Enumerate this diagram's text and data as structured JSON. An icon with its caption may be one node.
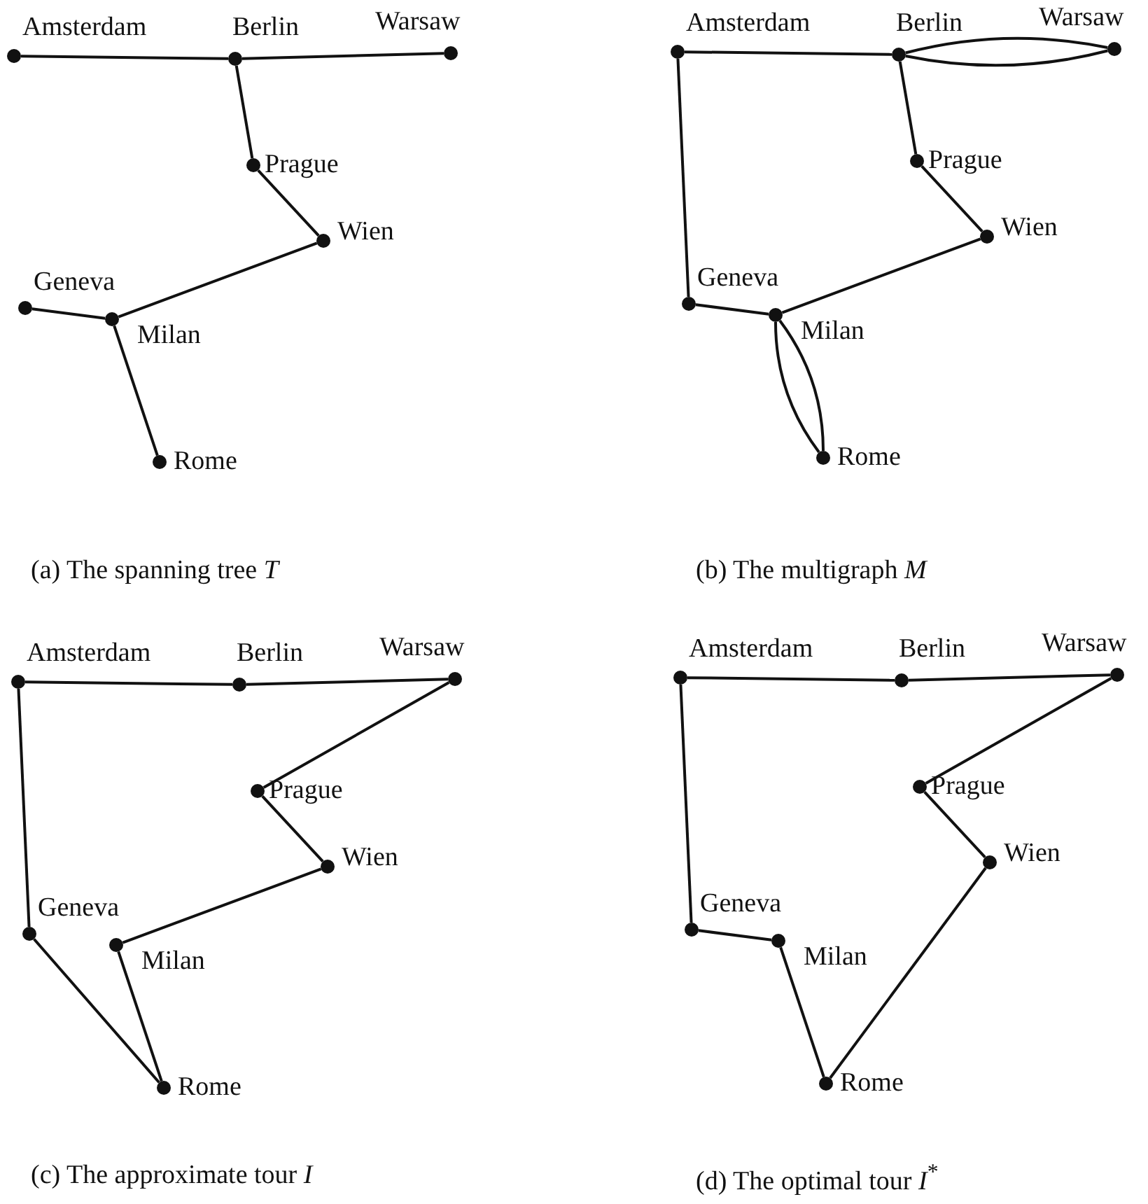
{
  "diagram": {
    "nodes": [
      {
        "text": [],
        "shape": "circle",
        "beside": [
          "Amsterdam"
        ]
      },
      {
        "text": [],
        "shape": "circle",
        "beside": [
          "Berlin"
        ]
      },
      {
        "text": [],
        "shape": "circle",
        "beside": [
          "Warsaw"
        ]
      },
      {
        "text": [],
        "shape": "circle",
        "beside": [
          "Prague"
        ]
      },
      {
        "text": [],
        "shape": "circle",
        "beside": [
          "Wien"
        ]
      },
      {
        "text": [],
        "shape": "circle",
        "beside": [
          "Geneva"
        ]
      },
      {
        "text": [],
        "shape": "circle",
        "beside": [
          "Milan"
        ]
      },
      {
        "text": [],
        "shape": "circle",
        "beside": [
          "Rome"
        ]
      },
      {
        "text": [],
        "shape": "circle",
        "beside": [
          "Amsterdam"
        ]
      },
      {
        "text": [],
        "shape": "circle",
        "beside": [
          "Berlin"
        ]
      },
      {
        "text": [],
        "shape": "circle",
        "beside": [
          "Warsaw"
        ]
      },
      {
        "text": [],
        "shape": "circle",
        "beside": [
          "Prague"
        ]
      },
      {
        "text": [],
        "shape": "circle",
        "beside": [
          "Wien"
        ]
      },
      {
        "text": [],
        "shape": "circle",
        "beside": [
          "Geneva"
        ]
      },
      {
        "text": [],
        "shape": "circle",
        "beside": [
          "Milan"
        ]
      },
      {
        "text": [],
        "shape": "circle",
        "beside": [
          "Rome"
        ]
      },
      {
        "text": [],
        "shape": "circle",
        "beside": [
          "Amsterdam"
        ]
      },
      {
        "text": [],
        "shape": "circle",
        "beside": [
          "Berlin"
        ]
      },
      {
        "text": [],
        "shape": "circle",
        "beside": [
          "Warsaw"
        ]
      },
      {
        "text": [],
        "shape": "circle",
        "beside": [
          "Prague"
        ]
      },
      {
        "text": [],
        "shape": "circle",
        "beside": [
          "Wien"
        ]
      },
      {
        "text": [],
        "shape": "circle",
        "beside": [
          "Geneva"
        ]
      },
      {
        "text": [],
        "shape": "circle",
        "beside": [
          "Milan"
        ]
      },
      {
        "text": [],
        "shape": "circle",
        "beside": [
          "Rome"
        ]
      },
      {
        "text": [],
        "shape": "circle",
        "beside": [
          "Amsterdam"
        ]
      },
      {
        "text": [],
        "shape": "circle",
        "beside": [
          "Berlin"
        ]
      },
      {
        "text": [],
        "shape": "circle",
        "beside": [
          "Warsaw"
        ]
      },
      {
        "text": [],
        "shape": "circle",
        "beside": [
          "Prague"
        ]
      },
      {
        "text": [],
        "shape": "circle",
        "beside": [
          "Wien"
        ]
      },
      {
        "text": [],
        "shape": "circle",
        "beside": [
          "Geneva"
        ]
      },
      {
        "text": [],
        "shape": "circle",
        "beside": [
          "Milan"
        ]
      },
      {
        "text": [],
        "shape": "circle",
        "beside": [
          "Rome"
        ]
      }
    ],
    "edges": [
      {
        "from": 0,
        "to": 1,
        "arrow": "none"
      },
      {
        "from": 1,
        "to": 2,
        "arrow": "none"
      },
      {
        "from": 1,
        "to": 3,
        "arrow": "none"
      },
      {
        "from": 3,
        "to": 4,
        "arrow": "none"
      },
      {
        "from": 4,
        "to": 6,
        "arrow": "none"
      },
      {
        "from": 5,
        "to": 6,
        "arrow": "none"
      },
      {
        "from": 6,
        "to": 7,
        "arrow": "none"
      },
      {
        "from": 8,
        "to": 9,
        "arrow": "none"
      },
      {
        "from": 9,
        "to": 10,
        "arrow": "none"
      },
      {
        "from": 9,
        "to": 10,
        "arrow": "none"
      },
      {
        "from": 9,
        "to": 11,
        "arrow": "none"
      },
      {
        "from": 11,
        "to": 12,
        "arrow": "none"
      },
      {
        "from": 12,
        "to": 14,
        "arrow": "none"
      },
      {
        "from": 13,
        "to": 14,
        "arrow": "none"
      },
      {
        "from": 14,
        "to": 15,
        "arrow": "none"
      },
      {
        "from": 14,
        "to": 15,
        "arrow": "none"
      },
      {
        "from": 8,
        "to": 13,
        "arrow": "none"
      },
      {
        "from": 16,
        "to": 17,
        "arrow": "none"
      },
      {
        "from": 17,
        "to": 18,
        "arrow": "none"
      },
      {
        "from": 18,
        "to": 19,
        "arrow": "none"
      },
      {
        "from": 19,
        "to": 20,
        "arrow": "none"
      },
      {
        "from": 20,
        "to": 22,
        "arrow": "none"
      },
      {
        "from": 22,
        "to": 23,
        "arrow": "none"
      },
      {
        "from": 23,
        "to": 21,
        "arrow": "none"
      },
      {
        "from": 21,
        "to": 16,
        "arrow": "none"
      },
      {
        "from": 24,
        "to": 25,
        "arrow": "none"
      },
      {
        "from": 25,
        "to": 26,
        "arrow": "none"
      },
      {
        "from": 26,
        "to": 27,
        "arrow": "none"
      },
      {
        "from": 27,
        "to": 28,
        "arrow": "none"
      },
      {
        "from": 28,
        "to": 31,
        "arrow": "none"
      },
      {
        "from": 31,
        "to": 30,
        "arrow": "none"
      },
      {
        "from": 30,
        "to": 29,
        "arrow": "none"
      },
      {
        "from": 29,
        "to": 24,
        "arrow": "none"
      }
    ],
    "labels": [
      "(a) The spanning tree *T*",
      "(b) The multigraph *M*",
      "(c) The approximate tour *I*",
      "(d) The optimal tour *I*$^{*}$"
    ]
  }
}
